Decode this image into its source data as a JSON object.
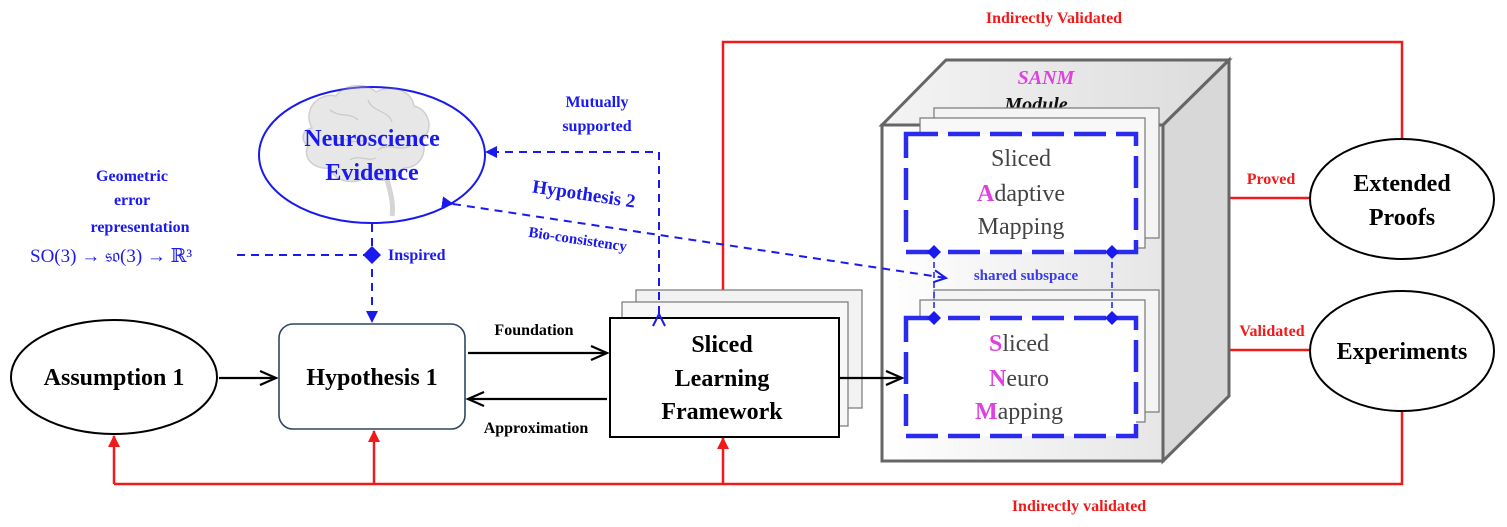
{
  "colors": {
    "red": "#f01a1a",
    "blue": "#1a1aee",
    "magenta": "#e040e0",
    "black": "#000000",
    "grey": "#555555"
  },
  "top_label": "Indirectly Validated",
  "bottom_label": "Indirectly validated",
  "geometric": {
    "line1": "Geometric",
    "line2": "error",
    "line3": "representation",
    "formula": "SO(3) → 𝔰𝔬(3) → ℝ³"
  },
  "neuroscience": {
    "line1": "Neuroscience",
    "line2": "Evidence",
    "icon": "brain-icon"
  },
  "mutually": {
    "line1": "Mutually",
    "line2": "supported"
  },
  "hypothesis2": "Hypothesis 2",
  "bio_consistency": "Bio-consistency",
  "inspired": "Inspired",
  "assumption1": "Assumption 1",
  "hypothesis1": "Hypothesis 1",
  "foundation": "Foundation",
  "approximation": "Approximation",
  "framework": {
    "line1": "Sliced",
    "line2": "Learning",
    "line3": "Framework"
  },
  "module": {
    "line1": "SANM",
    "line2": "Module"
  },
  "sam": {
    "line1": "Sliced",
    "line2_initial": "A",
    "line2_rest": "daptive",
    "line3": "Mapping"
  },
  "snm": {
    "line1_initial": "S",
    "line1_rest": "liced",
    "line2_initial": "N",
    "line2_rest": "euro",
    "line3_initial": "M",
    "line3_rest": "apping"
  },
  "shared_subspace": "shared subspace",
  "extended_proofs": {
    "line1": "Extended",
    "line2": "Proofs"
  },
  "experiments": "Experiments",
  "proved": "Proved",
  "validated": "Validated"
}
